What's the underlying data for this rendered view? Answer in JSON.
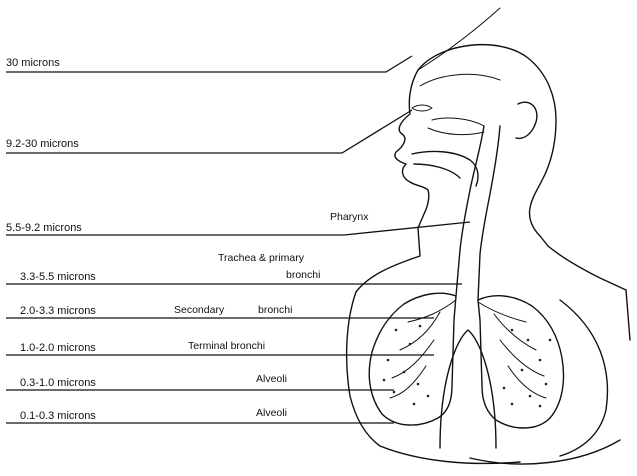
{
  "diagram": {
    "size_ranges": [
      "30 microns",
      "9.2-30 microns",
      "5.5-9.2 microns",
      "3.3-5.5 microns",
      "2.0-3.3 microns",
      "1.0-2.0 microns",
      "0.3-1.0 microns",
      "0.1-0.3 microns"
    ],
    "regions": {
      "pharynx": "Pharynx",
      "trachea_line1": "Trachea & primary",
      "trachea_line2": "bronchi",
      "secondary_word": "Secondary",
      "secondary_bronchi": "bronchi",
      "terminal": "Terminal bronchi",
      "alveoli_upper": "Alveoli",
      "alveoli_lower": "Alveoli"
    }
  }
}
